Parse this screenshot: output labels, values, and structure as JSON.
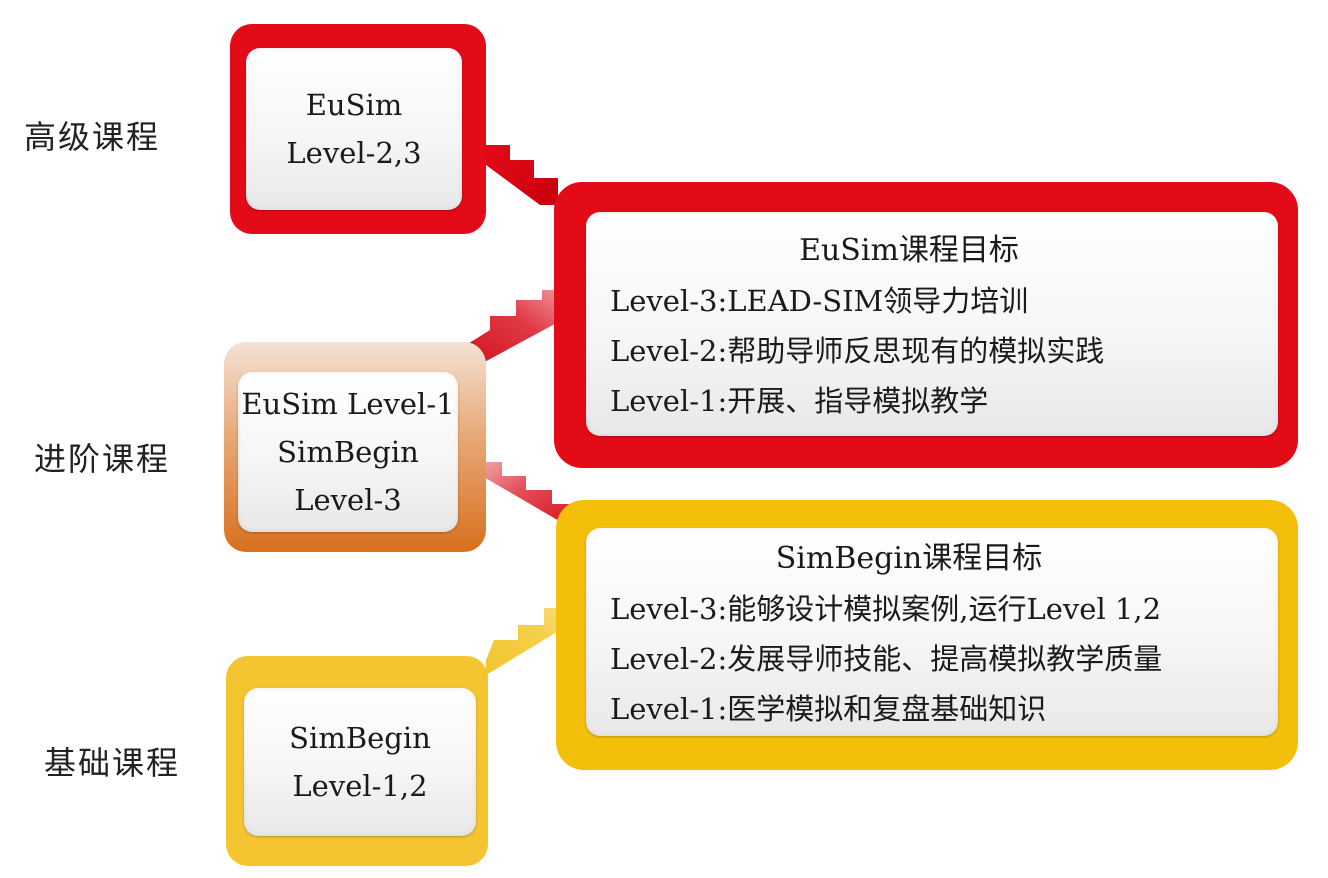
{
  "tiers": {
    "advanced": {
      "label": "高级课程",
      "course_line1": "EuSim",
      "course_line2": "Level-2,3"
    },
    "intermediate": {
      "label": "进阶课程",
      "course_line1": "EuSim  Level-1",
      "course_line2": "SimBegin",
      "course_line3": "Level-3"
    },
    "basic": {
      "label": "基础课程",
      "course_line1": "SimBegin",
      "course_line2": "Level-1,2"
    }
  },
  "goals": {
    "eusim": {
      "title": "EuSim课程目标",
      "items": [
        "Level-3:LEAD-SIM领导力培训",
        "Level-2:帮助导师反思现有的模拟实践",
        "Level-1:开展、指导模拟教学"
      ]
    },
    "simbegin": {
      "title": "SimBegin课程目标",
      "items": [
        "Level-3:能够设计模拟案例,运行Level  1,2",
        "Level-2:发展导师技能、提高模拟教学质量",
        "Level-1:医学模拟和复盘基础知识"
      ]
    }
  },
  "colors": {
    "red": "#e30b17",
    "orange_top": "#f2d9c6",
    "orange_bottom": "#d9731f",
    "yellow": "#f4bf0a",
    "yellow_light": "#f6c93a"
  }
}
